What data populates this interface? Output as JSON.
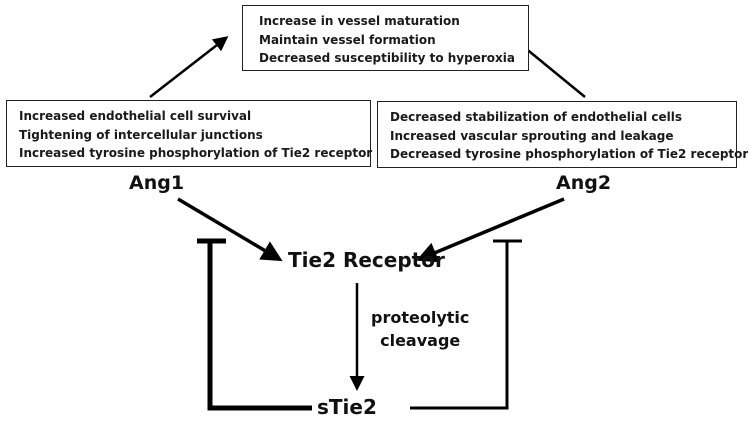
{
  "boxes": {
    "top": [
      "Increase in vessel maturation",
      "Maintain vessel formation",
      "Decreased susceptibility to hyperoxia"
    ],
    "left": [
      "Increased endothelial cell survival",
      "Tightening of intercellular junctions",
      "Increased tyrosine phosphorylation of Tie2 receptor"
    ],
    "right": [
      "Decreased stabilization of endothelial cells",
      "Increased vascular sprouting and leakage",
      "Decreased tyrosine phosphorylation of Tie2 receptor"
    ]
  },
  "nodes": {
    "ang1": "Ang1",
    "ang2": "Ang2",
    "tie2_receptor": "Tie2 Receptor",
    "stie2": "sTie2"
  },
  "edge_labels": {
    "cleavage_line1": "proteolytic",
    "cleavage_line2": "cleavage"
  },
  "colors": {
    "stroke": "#000000",
    "text": "#111111"
  }
}
